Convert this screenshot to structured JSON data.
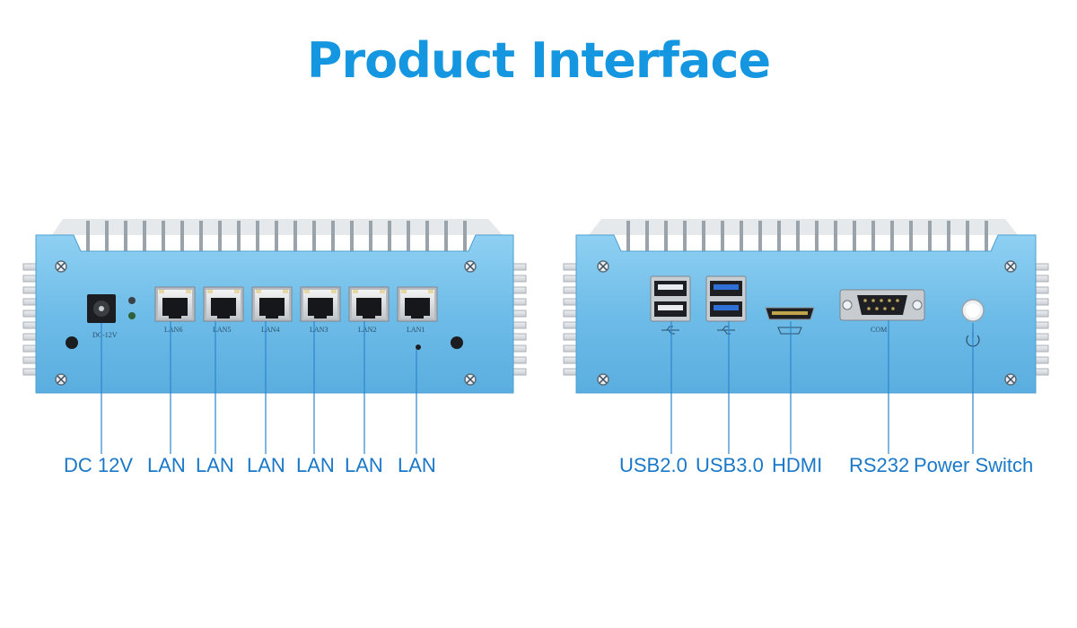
{
  "title": "Product Interface",
  "colors": {
    "title": "#1596e0",
    "panel": "#6fbde9",
    "callout_text": "#1a78c8",
    "callout_line": "#2d86cf",
    "heatsink": "#d9dde1"
  },
  "front_panel": {
    "port_labels": [
      "DC-12V",
      "LAN6",
      "LAN5",
      "LAN4",
      "LAN3",
      "LAN2",
      "LAN1"
    ],
    "callouts": [
      "DC 12V",
      "LAN",
      "LAN",
      "LAN",
      "LAN",
      "LAN",
      "LAN"
    ]
  },
  "rear_panel": {
    "port_labels": [
      "COM"
    ],
    "callouts": [
      "USB2.0",
      "USB3.0",
      "HDMI",
      "RS232",
      "Power Switch"
    ]
  }
}
